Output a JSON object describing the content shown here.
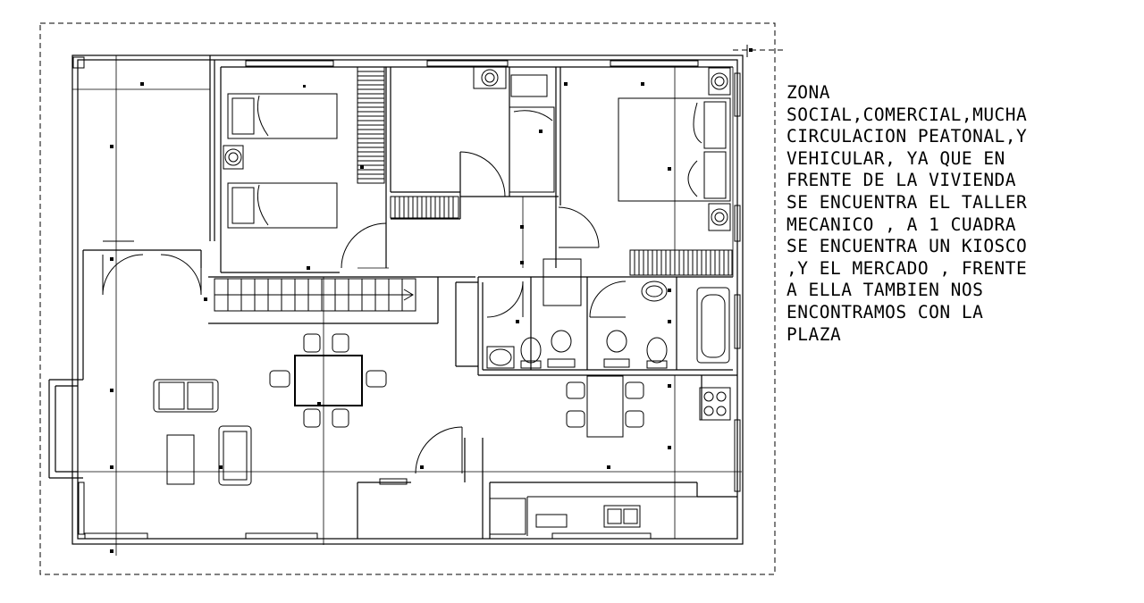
{
  "drawing": {
    "type": "architectural floor plan",
    "colors": {
      "ink": "#000000",
      "background": "#ffffff"
    }
  },
  "notes": {
    "lines": [
      "ZONA",
      "SOCIAL,COMERCIAL,MUCHA",
      "CIRCULACION PEATONAL,Y",
      "VEHICULAR, YA QUE EN",
      "FRENTE DE LA VIVIENDA",
      "SE ENCUENTRA EL TALLER",
      "MECANICO , A 1 CUADRA",
      "SE ENCUENTRA UN KIOSCO",
      ",Y EL MERCADO , FRENTE",
      "A ELLA TAMBIEN NOS",
      "ENCONTRAMOS CON LA",
      "PLAZA"
    ]
  }
}
